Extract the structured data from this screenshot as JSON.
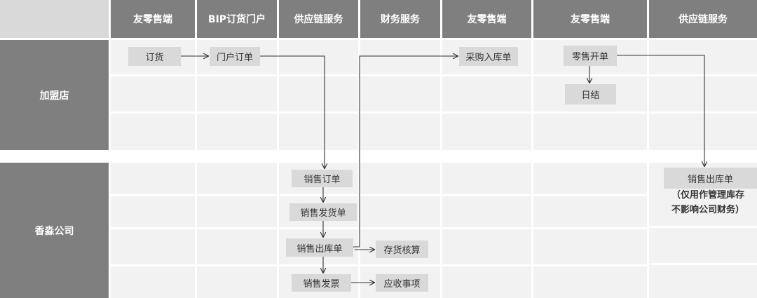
{
  "columns": [
    "友零售端",
    "BIP订货门户",
    "供应链服务",
    "财务服务",
    "友零售端",
    "友零售端",
    "供应链服务"
  ],
  "rows": {
    "franchise": "加盟店",
    "company": "香淼公司"
  },
  "nodes": {
    "order": "订货",
    "portal_order": "门户订单",
    "purchase_in": "采购入库单",
    "retail_bill": "零售开单",
    "daily_close": "日结",
    "sales_order": "销售订单",
    "sales_delivery": "销售发货单",
    "sales_out": "销售出库单",
    "inventory_calc": "存货核算",
    "sales_invoice": "销售发票",
    "receivable": "应收事项",
    "sales_out_right": "销售出库单"
  },
  "note": {
    "line1": "（仅用作管理库存",
    "line2": "不影响公司财务）"
  }
}
